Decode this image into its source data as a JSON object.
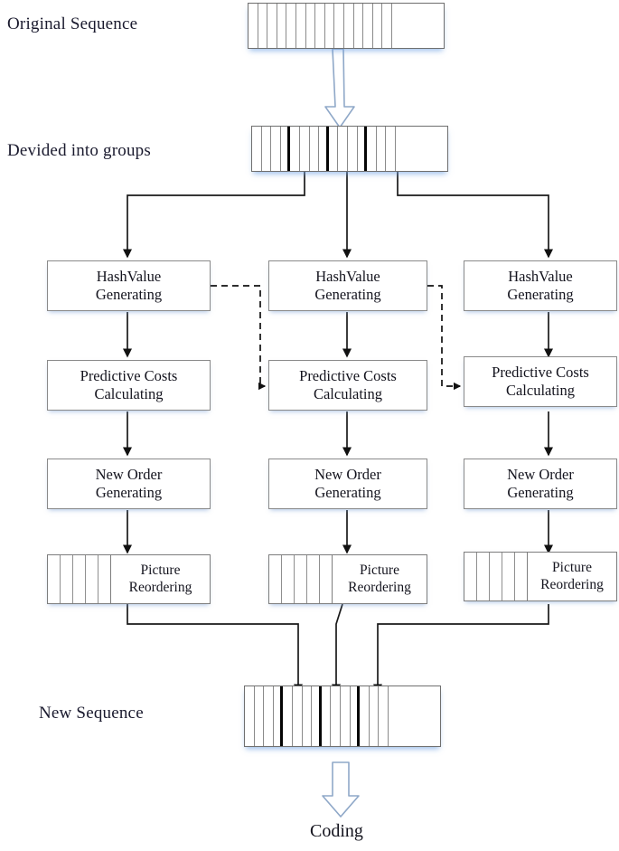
{
  "diagram": {
    "title_labels": {
      "original_sequence": "Original Sequence",
      "devided_into_groups": "Devided into groups",
      "new_sequence": "New Sequence",
      "coding": "Coding"
    },
    "columns": [
      {
        "id": "left",
        "stages": [
          {
            "id": "hashvalue",
            "line1": "HashValue",
            "line2": "Generating"
          },
          {
            "id": "predictive",
            "line1": "Predictive Costs",
            "line2": "Calculating"
          },
          {
            "id": "neworder",
            "line1": "New Order",
            "line2": "Generating"
          },
          {
            "id": "picture",
            "line1": "Picture",
            "line2": "Reordering"
          }
        ]
      },
      {
        "id": "middle",
        "stages": [
          {
            "id": "hashvalue",
            "line1": "HashValue",
            "line2": "Generating"
          },
          {
            "id": "predictive",
            "line1": "Predictive Costs",
            "line2": "Calculating"
          },
          {
            "id": "neworder",
            "line1": "New Order",
            "line2": "Generating"
          },
          {
            "id": "picture",
            "line1": "Picture",
            "line2": "Reordering"
          }
        ]
      },
      {
        "id": "right",
        "stages": [
          {
            "id": "hashvalue",
            "line1": "HashValue",
            "line2": "Generating"
          },
          {
            "id": "predictive",
            "line1": "Predictive Costs",
            "line2": "Calculating"
          },
          {
            "id": "neworder",
            "line1": "New Order",
            "line2": "Generating"
          },
          {
            "id": "picture",
            "line1": "Picture",
            "line2": "Reordering"
          }
        ]
      }
    ],
    "sequence_bars": {
      "original": {
        "striped_cells": 15,
        "blank_tail": true,
        "group_dividers": 0
      },
      "grouped": {
        "striped_cells": 15,
        "blank_tail": true,
        "group_dividers": 3
      },
      "new": {
        "striped_cells": 15,
        "blank_tail": true,
        "group_dividers": 3
      }
    },
    "colors": {
      "box_border": "#8a8a8a",
      "line": "#1a1a1a",
      "thick_divider": "#050505",
      "glow": "#6ea0e6",
      "text": "#14141e"
    },
    "connector_styles": {
      "solid": "solid",
      "dashed": "dashed"
    }
  }
}
